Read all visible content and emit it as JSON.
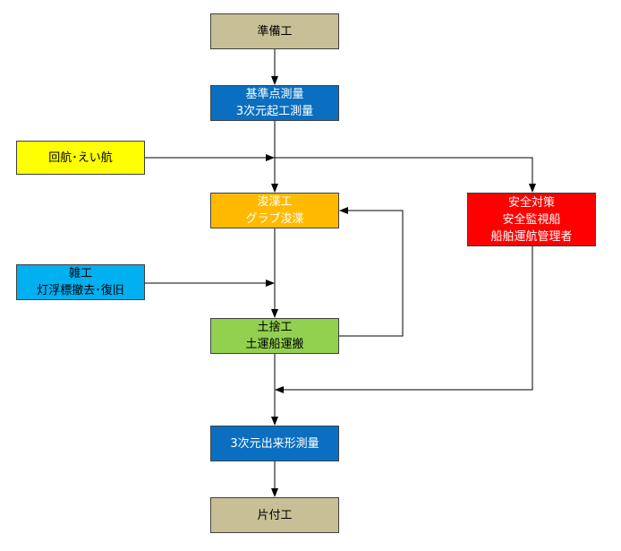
{
  "boxes": {
    "prep": {
      "lines": [
        "準備工"
      ]
    },
    "survey": {
      "lines": [
        "基準点測量",
        "3次元起工測量"
      ]
    },
    "navigation": {
      "lines": [
        "回航･えい航"
      ]
    },
    "dredging": {
      "lines": [
        "浚渫工",
        "グラブ浚渫"
      ]
    },
    "safety": {
      "lines": [
        "安全対策",
        "安全監視船",
        "船舶運航管理者"
      ]
    },
    "misc": {
      "lines": [
        "雑工",
        "灯浮標撤去･復旧"
      ]
    },
    "disposal": {
      "lines": [
        "土捨工",
        "土運船運搬"
      ]
    },
    "final_survey": {
      "lines": [
        "3次元出来形測量"
      ]
    },
    "cleanup": {
      "lines": [
        "片付工"
      ]
    }
  },
  "colors": {
    "prep": "#c8bf96",
    "survey": "#0a6fc0",
    "navigation": "#ffff00",
    "dredging": "#ffba00",
    "safety": "#ff0000",
    "misc": "#00b0f0",
    "disposal": "#92d050",
    "final_survey": "#0a6fc0",
    "cleanup": "#c8bf96",
    "connector": "#000000",
    "border": "#404040"
  }
}
